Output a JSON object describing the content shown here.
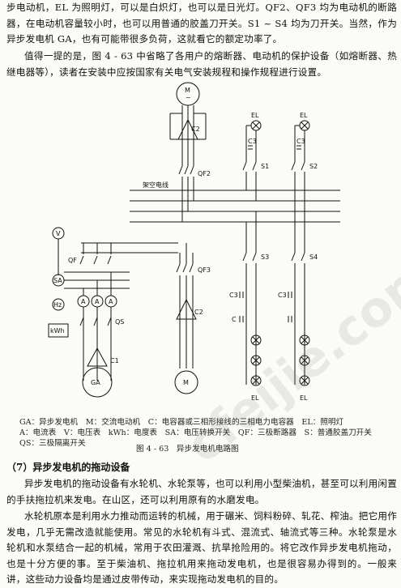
{
  "intro_para": "步电动机，EL 为照明灯，可以是白炽灯，也可以是日光灯。QF2、QF3 均为电动机的断路器，在电动机容量较小时，也可以用普通的胶盖刀开关。S1 ~ S4 均为刀开关。当然，作为异步发电机 GA，也有可能带很多负荷，这就看它的额定功率了。",
  "note_para": "值得一提的是，图 4 - 63 中省略了各用户的熔断器、电动机的保护设备（如熔断器、热继电器等），读者在安装中应按国家有关电气安装规程和操作规程进行设置。",
  "diagram": {
    "labels": {
      "motor": "M",
      "motor_sym": "~",
      "cap_c2": "C2",
      "cap_c1": "C1",
      "cap_c3": "C3",
      "cap_c": "C",
      "qf1": "QF",
      "qf2": "QF2",
      "qf3": "QF3",
      "qs": "QS",
      "s1": "S1",
      "s2": "S2",
      "s3": "S3",
      "s4": "S4",
      "el": "EL",
      "ga": "GA",
      "v": "V",
      "sa": "SA",
      "hz": "Hz",
      "a": "A",
      "kwh": "kWh",
      "bus": "架空电线"
    }
  },
  "legend": {
    "line1": "GA：异步发电机　M：交流电动机　C：电容器或三相形接线的三相电力电容器　EL：照明灯",
    "line2": "A：电流表　V：电压表　kWh：电度表　SA：电压转换开关　QF：三极断路器　S：普通胶盖刀开关",
    "line3": "QS：三极隔离开关"
  },
  "figure_title": "图 4 - 63　异步发电机电路图",
  "section_heading": "（7）异步发电机的拖动设备",
  "body_para_1": "异步发电机的拖动设备有水轮机、水轮泵等，也可以利用小型柴油机，甚至可以利用闲置的手扶拖拉机来发电。在山区，还可以利用原有的水磨发电。",
  "body_para_2": "水轮机原本是利用水力推动而运转的机械，用于碾米、饲料粉碎、轧花、榨油。把它用作发电，几乎无需改造就能使用。常见的水轮机有斗式、混流式、轴流式等三种。水轮泵是水轮机和水泵结合一起的机械，常用于农田灌溉、抗旱抢险用的。将它改作异步发电机拖动，也是十分方便的事。至于柴油机、拖拉机用来拖动发电机，也是很容易办得到的。一般来讲，这些动力设备均是通过皮带传动，来实现拖动发电机的目的。",
  "watermark": "cfeijie.com"
}
